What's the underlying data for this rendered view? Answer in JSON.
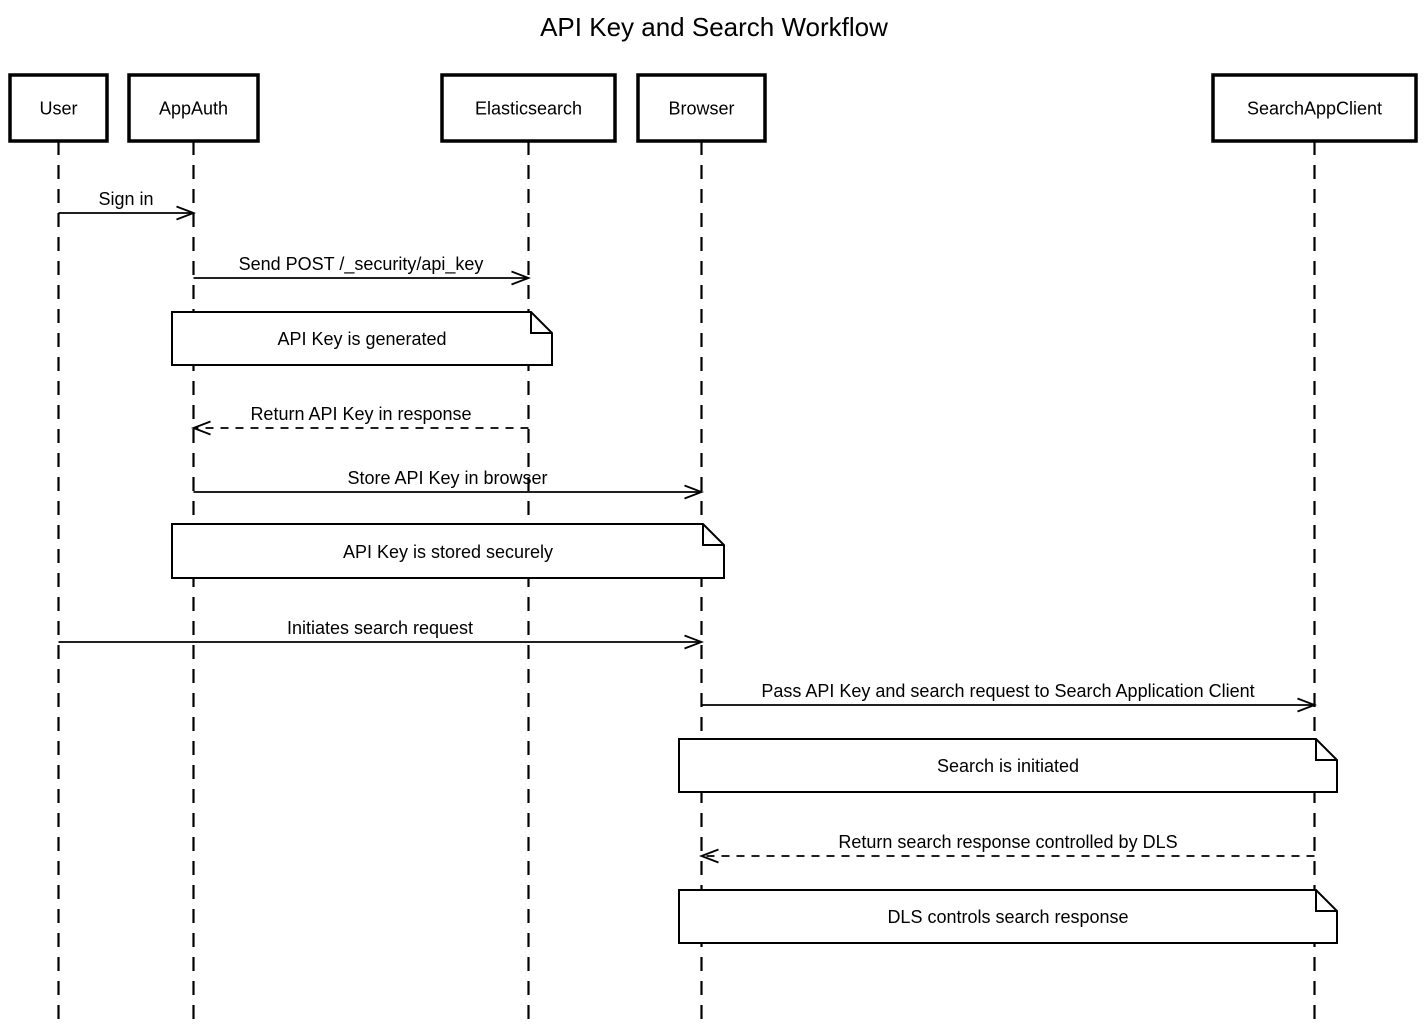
{
  "diagram": {
    "type": "sequence",
    "title": "API Key and Search Workflow",
    "colors": {
      "line": "#000000",
      "background": "#ffffff",
      "note_fill": "#ffffff",
      "text": "#000000"
    },
    "actors": [
      {
        "name": "User"
      },
      {
        "name": "AppAuth"
      },
      {
        "name": "Elasticsearch"
      },
      {
        "name": "Browser"
      },
      {
        "name": "SearchAppClient"
      }
    ],
    "messages": [
      {
        "from": "User",
        "to": "AppAuth",
        "label": "Sign in",
        "line": "solid",
        "arrow": "open"
      },
      {
        "from": "AppAuth",
        "to": "Elasticsearch",
        "label": "Send POST /_security/api_key",
        "line": "solid",
        "arrow": "open"
      },
      {
        "from": "Elasticsearch",
        "to": "AppAuth",
        "label": "Return API Key in response",
        "line": "dashed",
        "arrow": "open"
      },
      {
        "from": "AppAuth",
        "to": "Browser",
        "label": "Store API Key in browser",
        "line": "solid",
        "arrow": "open"
      },
      {
        "from": "User",
        "to": "Browser",
        "label": "Initiates search request",
        "line": "solid",
        "arrow": "open"
      },
      {
        "from": "Browser",
        "to": "SearchAppClient",
        "label": "Pass API Key and search request to Search Application Client",
        "line": "solid",
        "arrow": "open"
      },
      {
        "from": "SearchAppClient",
        "to": "Browser",
        "label": "Return search response controlled by DLS",
        "line": "dashed",
        "arrow": "open"
      }
    ],
    "notes": [
      {
        "over": [
          "AppAuth",
          "Elasticsearch"
        ],
        "label": "API Key is generated"
      },
      {
        "over": [
          "AppAuth",
          "Browser"
        ],
        "label": "API Key is stored securely"
      },
      {
        "over": [
          "Browser",
          "SearchAppClient"
        ],
        "label": "Search is initiated"
      },
      {
        "over": [
          "Browser",
          "SearchAppClient"
        ],
        "label": "DLS controls search response"
      }
    ]
  }
}
